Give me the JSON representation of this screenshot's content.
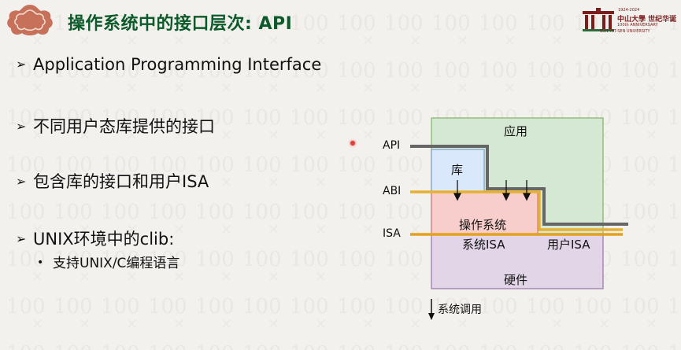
{
  "slide": {
    "title": "操作系统中的接口层次: API",
    "university": {
      "years": "1924-2024",
      "name_cn": "中山大學 世纪华诞",
      "anniversary": "100th ANNIVERSARY",
      "name_en": "SUN YAT-SEN UNIVERSITY"
    },
    "bullets": [
      {
        "text": "Application Programming Interface"
      },
      {
        "text": "不同用户态库提供的接口"
      },
      {
        "text": "包含库的接口和用户ISA"
      },
      {
        "text": "UNIX环境中的clib:"
      }
    ],
    "sub_bullets": [
      {
        "text": "支持UNIX/C编程语言"
      }
    ],
    "icons": {
      "bullet_marker": "arrow-right-icon",
      "sub_bullet_marker": "dot-icon",
      "legend_marker": "arrow-down-icon"
    }
  },
  "diagram": {
    "regions": {
      "app": "应用",
      "lib": "库",
      "os": "操作系统",
      "sys_isa": "系统ISA",
      "user_isa": "用户ISA",
      "hardware": "硬件"
    },
    "interfaces": {
      "api": "API",
      "abi": "ABI",
      "isa": "ISA"
    },
    "legend": "系统调用",
    "colors": {
      "app": "#d5e8d4",
      "app_border": "#82b366",
      "lib": "#dae8fc",
      "lib_border": "#6c8ebf",
      "os": "#f8cecc",
      "hardware": "#e1d5e7",
      "hardware_border": "#9673a6",
      "api_line": "#666666",
      "abi_line": "#e6b030",
      "isa_line": "#e6a01e",
      "title": "#0b5a2a",
      "univ": "#7a1d1d"
    }
  }
}
